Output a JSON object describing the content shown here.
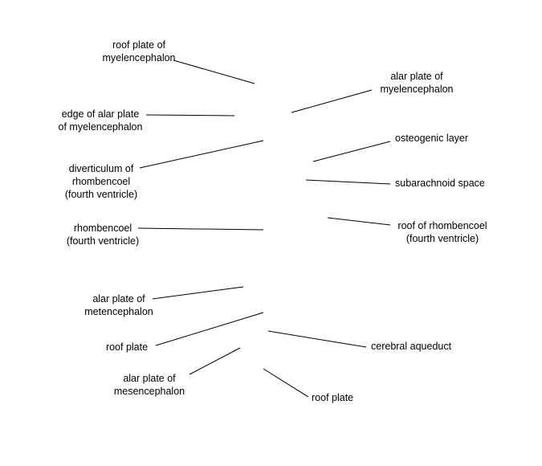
{
  "labels": {
    "roof_plate_myelencephalon": "roof plate of\nmyelencephalon",
    "alar_plate_myelencephalon": "alar plate of\nmyelencephalon",
    "edge_alar_plate": "edge of alar plate\nof myelencephalon",
    "osteogenic_layer": "osteogenic layer",
    "diverticulum": "diverticulum of\nrhombencoel\n(fourth ventricle)",
    "subarachnoid_space": "subarachnoid space",
    "rhombencoel": "rhombencoel\n(fourth ventricle)",
    "roof_of_rhombencoel": "roof of rhombencoel\n(fourth ventricle)",
    "alar_plate_metencephalon": "alar plate of\nmetencephalon",
    "roof_plate_1": "roof plate",
    "cerebral_aqueduct": "cerebral aqueduct",
    "alar_plate_mesencephalon": "alar plate of\nmesencephalon",
    "roof_plate_2": "roof plate"
  },
  "colors": {
    "background": "#ffffff",
    "text": "#000000",
    "lines": "#000000"
  }
}
